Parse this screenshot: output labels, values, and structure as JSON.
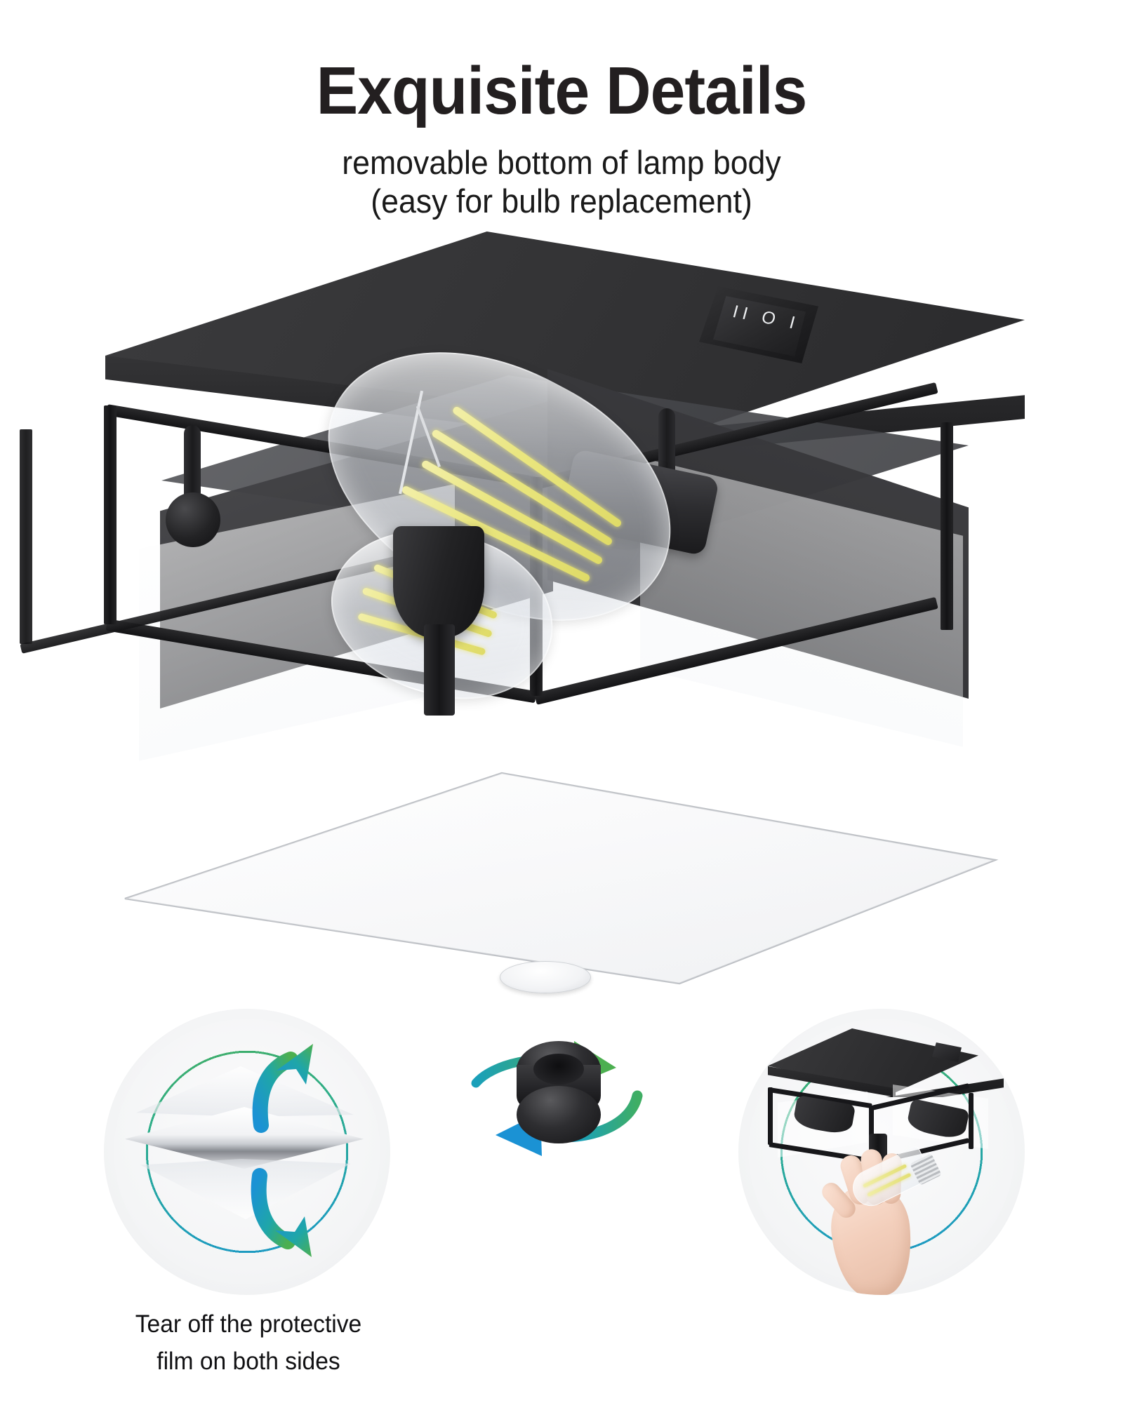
{
  "header": {
    "title": "Exquisite Details",
    "subtitle_line1": "removable bottom of lamp body",
    "subtitle_line2": "(easy for bulb replacement)"
  },
  "hero": {
    "product_name": "square flush mount ceiling light",
    "switch_label": "II O I",
    "finish_color": "#1c1c1e",
    "bulb_filament_color": "#e6e07a",
    "glass_panel_name": "removable glass bottom panel"
  },
  "steps": [
    {
      "id": "tear-film",
      "caption_line1": "Tear off the protective",
      "caption_line2": "film on both sides",
      "arrow_count": 2
    },
    {
      "id": "unscrew-ring",
      "caption_line1": "",
      "caption_line2": "",
      "arrow_count": 2
    },
    {
      "id": "replace-bulb",
      "caption_line1": "",
      "caption_line2": "",
      "arrow_count": 0
    }
  ],
  "colors": {
    "accent_green": "#4caf50",
    "accent_teal": "#2fae8a",
    "accent_blue": "#1b92d4",
    "text_dark": "#231f20",
    "background": "#ffffff",
    "metal_black": "#1c1c1e"
  }
}
